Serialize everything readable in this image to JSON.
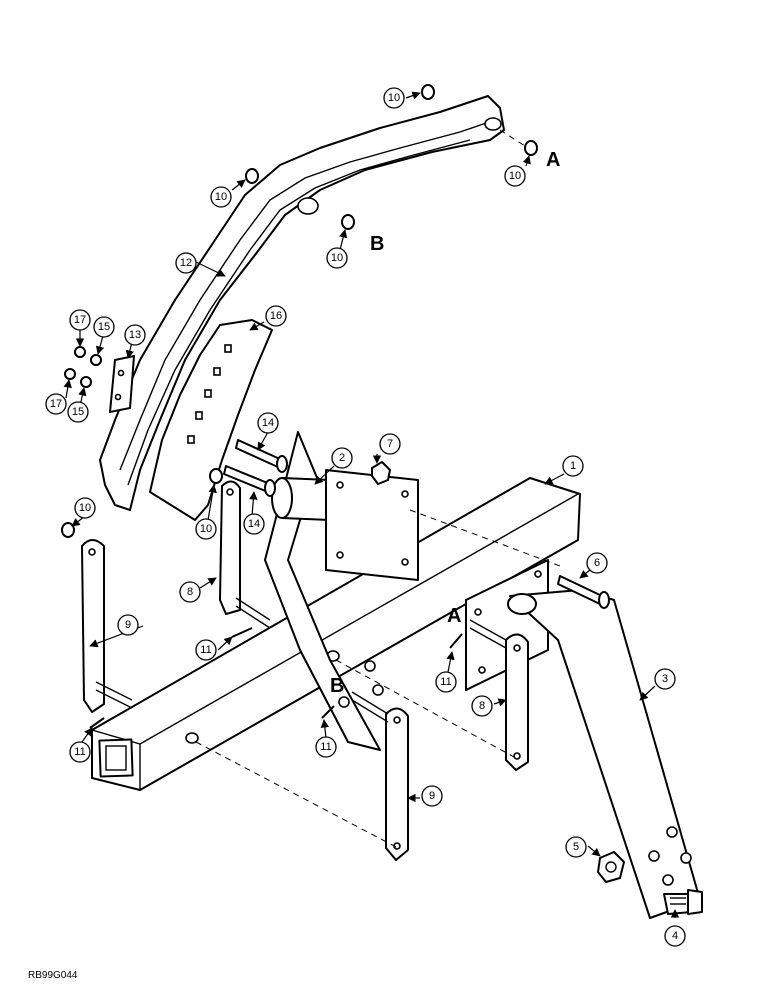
{
  "figure_code": "RB99G044",
  "view_letters": {
    "a": "A",
    "b": "B"
  },
  "callouts": {
    "c1": "1",
    "c2": "2",
    "c3": "3",
    "c4": "4",
    "c5": "5",
    "c6": "6",
    "c7": "7",
    "c8": "8",
    "c9": "9",
    "c10": "10",
    "c11": "11",
    "c12": "12",
    "c13": "13",
    "c14": "14",
    "c15": "15",
    "c16": "16",
    "c17": "17"
  }
}
